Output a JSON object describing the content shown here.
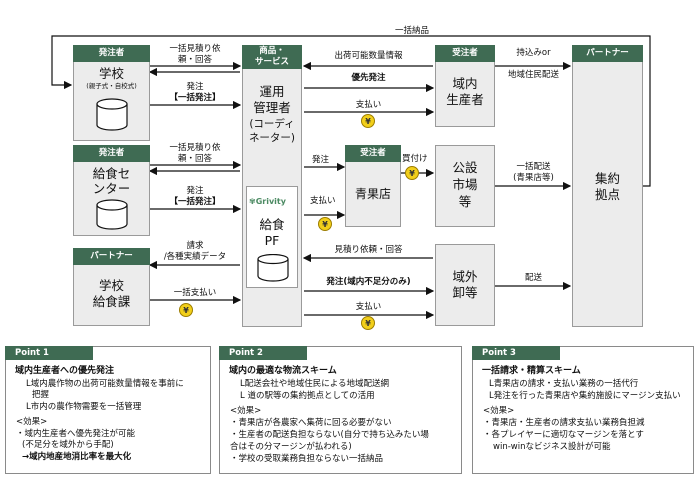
{
  "nodes": {
    "school": {
      "tag": "発注者",
      "name": "学校",
      "sub": "(親子式・自校式)"
    },
    "center": {
      "tag": "発注者",
      "name1": "給食セ",
      "name2": "ンター"
    },
    "lunchdiv": {
      "tag": "パートナー",
      "name1": "学校",
      "name2": "給食課"
    },
    "coord": {
      "tag1": "商品・",
      "tag2": "サービス",
      "l1": "運用",
      "l2": "管理者",
      "l3": "(コーディ",
      "l4": "ネーター)"
    },
    "grivity": {
      "logo": "Grivity",
      "l1": "給食",
      "l2": "PF"
    },
    "grocer": {
      "tag": "受注者",
      "name": "青果店"
    },
    "producer": {
      "tag": "受注者",
      "l1": "域内",
      "l2": "生産者"
    },
    "market": {
      "l1": "公設",
      "l2": "市場",
      "l3": "等"
    },
    "wholesale": {
      "l1": "域外",
      "l2": "卸等"
    },
    "partner": {
      "tag": "パートナー",
      "l1": "集約",
      "l2": "拠点"
    }
  },
  "edges": {
    "bulk_delivery": "一括納品",
    "quote_school_1": "一括見積り依",
    "quote_school_2": "頼・回答",
    "order_school": "発注",
    "order_school_b": "【一括発注】",
    "quote_center_1": "一括見積り依",
    "quote_center_2": "頼・回答",
    "order_center": "発注",
    "order_center_b": "【一括発注】",
    "invoice_1": "請求",
    "invoice_2": "/各種実績データ",
    "bulk_pay": "一括支払い",
    "ship_info": "出荷可能数量情報",
    "priority_order": "優先発注",
    "pay_producer": "支払い",
    "order_grocer": "発注",
    "pay_grocer": "支払い",
    "purchase": "買付け",
    "quote_wholesale": "見積り依頼・回答",
    "order_wholesale": "発注(域内不足分のみ)",
    "pay_wholesale": "支払い",
    "carry_in_1": "持込みor",
    "carry_in_2": "地域住民配送",
    "bulk_ship_1": "一括配送",
    "bulk_ship_2": "(青果店等)",
    "ship": "配送",
    "yen": "¥"
  },
  "points": [
    {
      "tag": "Point 1",
      "title": "域内生産者への優先発注",
      "lines": [
        "L域内農作物の出荷可能数量情報を事前に",
        "把握",
        "L市内の農作物需要を一括管理",
        "<効果>",
        "・域内生産者へ優先発注が可能",
        "(不足分を域外から手配)",
        "→域内地産地消比率を最大化"
      ]
    },
    {
      "tag": "Point 2",
      "title": "域内の最適な物流スキーム",
      "lines": [
        "L配送会社や地域住民による地域配送網",
        "L 道の駅等の集約拠点としての活用",
        "<効果>",
        "・青果店が各農家へ集荷に回る必要がない",
        "・生産者の配送負担ならない(自分で持ち込みたい場",
        "合はその分マージンが払われる)",
        "・学校の受取業務負担ならない一括納品"
      ]
    },
    {
      "tag": "Point 3",
      "title": "一括請求・精算スキーム",
      "lines": [
        "L青果店の請求・支払い業務の一括代行",
        "L発注を行った青果店や集約施設にマージン支払い",
        "<効果>",
        "・青果店・生産者の請求支払い業務負担減",
        "・各プレイヤーに適切なマージンを落とす",
        "win-winなビジネス設計が可能"
      ]
    }
  ],
  "colors": {
    "accent": "#3f6b53",
    "box": "#ececec",
    "coin": "#f2cf1a"
  }
}
